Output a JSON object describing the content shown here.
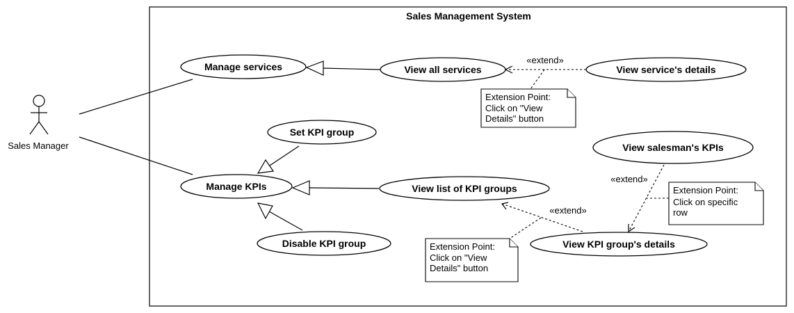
{
  "system": {
    "title": "Sales Management System"
  },
  "actor": {
    "label": "Sales Manager"
  },
  "use_cases": {
    "manage_services": "Manage services",
    "view_all_services": "View all services",
    "view_service_details": "View service's details",
    "set_kpi_group": "Set KPI group",
    "manage_kpis": "Manage KPIs",
    "view_list_kpi_groups": "View list of KPI groups",
    "disable_kpi_group": "Disable KPI group",
    "view_salesman_kpis": "View salesman's KPIs",
    "view_kpi_group_details": "View KPI group's details"
  },
  "stereotypes": {
    "extend_services": "«extend»",
    "extend_salesman": "«extend»",
    "extend_kpi_details": "«extend»"
  },
  "notes": {
    "services": {
      "line1": "Extension Point:",
      "line2": "Click on \"View",
      "line3": "Details\" button"
    },
    "salesman": {
      "line1": "Extension Point:",
      "line2": "Click on specific",
      "line3": "row"
    },
    "kpi": {
      "line1": "Extension Point:",
      "line2": "Click on \"View",
      "line3": "Details\" button"
    }
  }
}
